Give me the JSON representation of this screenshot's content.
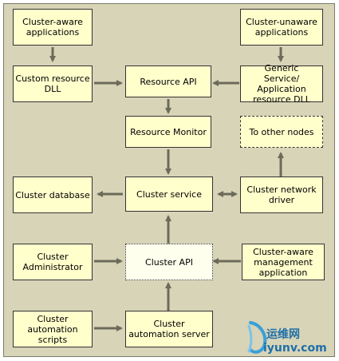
{
  "nodes": {
    "cluster_aware_apps": "Cluster-aware applications",
    "cluster_unaware_apps": "Cluster-unaware applications",
    "custom_resource_dll": "Custom resource DLL",
    "resource_api": "Resource API",
    "generic_service_dll": "Generic Service/ Application resource DLL",
    "resource_monitor": "Resource Monitor",
    "to_other_nodes": "To other nodes",
    "cluster_database": "Cluster database",
    "cluster_service": "Cluster service",
    "cluster_network_driver": "Cluster network driver",
    "cluster_administrator": "Cluster Administrator",
    "cluster_api": "Cluster API",
    "cluster_aware_mgmt_app": "Cluster-aware management application",
    "cluster_automation_scripts": "Cluster automation scripts",
    "cluster_automation_server": "Cluster automation server"
  },
  "watermark": {
    "chinese": "运维网",
    "url": "iyunv.com"
  },
  "colors": {
    "background": "#d8d4b8",
    "box_fill": "#ffffcc",
    "arrow": "#6b6b5a"
  }
}
